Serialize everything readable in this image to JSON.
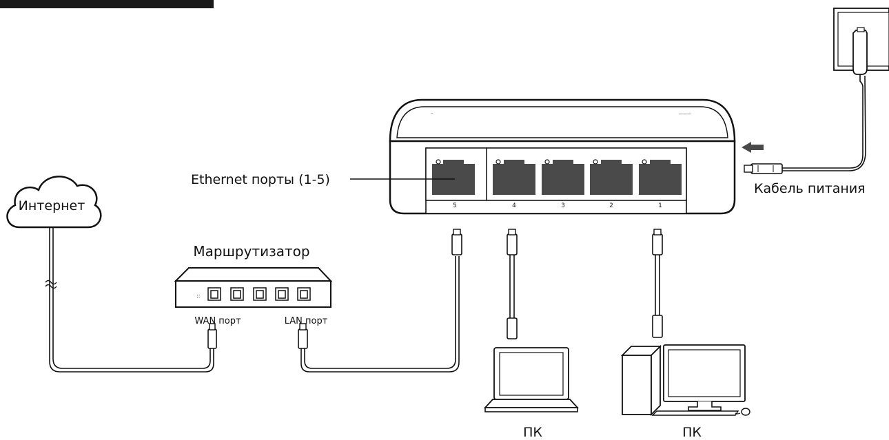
{
  "labels": {
    "internet": "Интернет",
    "router": "Маршрутизатор",
    "wan_port": "WAN порт",
    "lan_port": "LAN порт",
    "ethernet_ports": "Ethernet порты (1-5)",
    "power_cable": "Кабель питания",
    "pc_laptop": "ПК",
    "pc_desktop": "ПК"
  },
  "switch_port_numbers": [
    "5",
    "4",
    "3",
    "2",
    "1"
  ],
  "colors": {
    "ink": "#111111",
    "port_fill": "#4a4a4a",
    "header_bar": "#1a1a1a"
  }
}
